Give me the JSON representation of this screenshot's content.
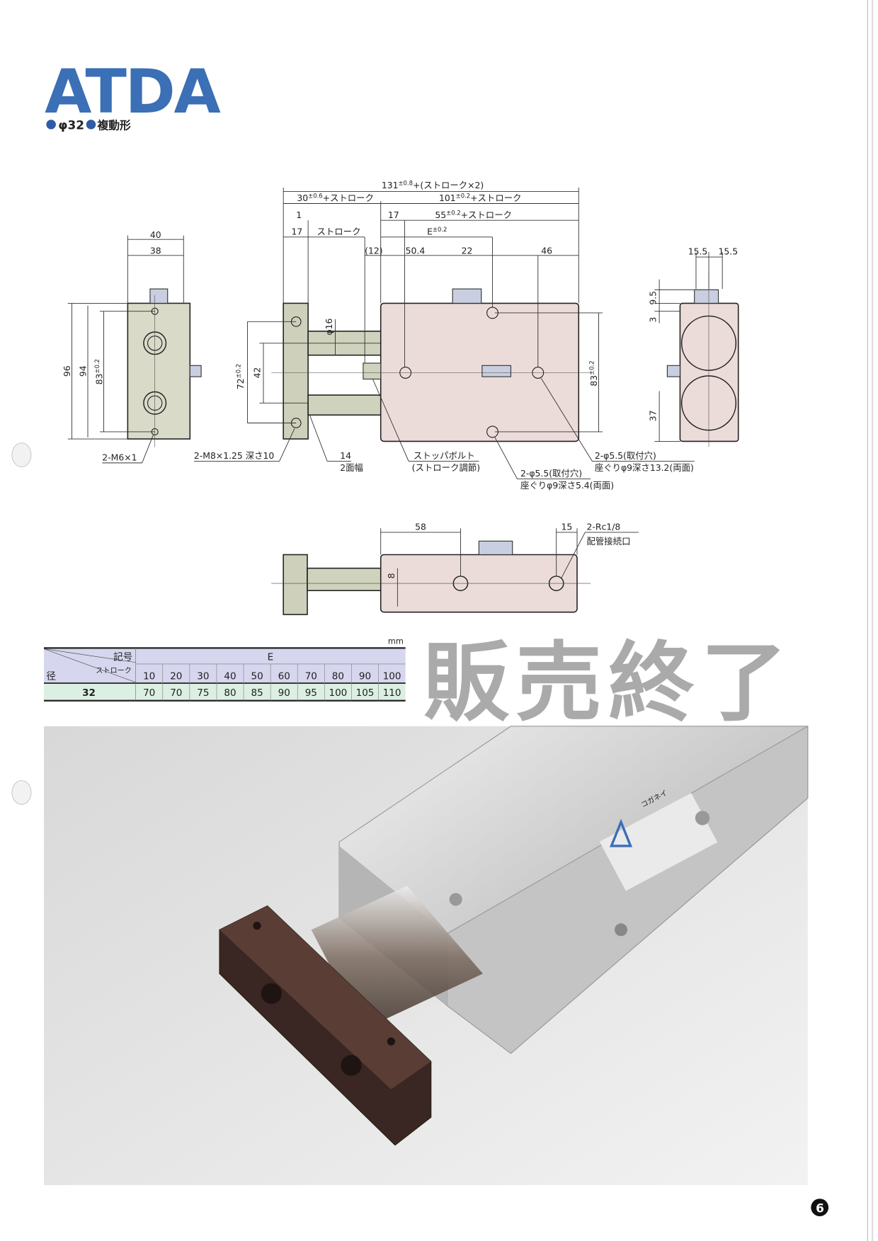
{
  "header": {
    "title": "ATDA",
    "bore": "φ32",
    "type": "複動形",
    "accent_color": "#3b6fb6"
  },
  "drawing": {
    "left_view": {
      "w40": "40",
      "w38": "38",
      "h96": "96",
      "h94": "94",
      "h83": "83",
      "h83_tol": "±0.2",
      "thread": "2-M6×1"
    },
    "front_view": {
      "total": {
        "base": "131",
        "tol": "±0.8",
        "suffix": "+(ストローク×2)"
      },
      "rod_side": {
        "base": "30",
        "tol": "±0.6",
        "suffix": "+ストローク"
      },
      "body_side": {
        "base": "101",
        "tol": "±0.2",
        "suffix": "+ストローク"
      },
      "d1": "1",
      "d17a": "17",
      "stroke": "ストローク",
      "d17b": "17",
      "d55": {
        "base": "55",
        "tol": "±0.2",
        "suffix": "+ストローク"
      },
      "e": {
        "base": "E",
        "tol": "±0.2"
      },
      "d12": "(12)",
      "d50_4": "50.4",
      "d22": "22",
      "d46": "46",
      "phi16": "φ16",
      "h72": "72",
      "h72_tol": "±0.2",
      "h42": "42",
      "h83": "83",
      "h83_tol": "±0.2",
      "callout_m8": "2-M8×1.25 深さ10",
      "callout_14": "14",
      "callout_14b": "2面幅",
      "callout_stopper": "ストッパボルト",
      "callout_stopper_b": "(ストローク調節)",
      "callout_hole_a1": "2-φ5.5(取付穴)",
      "callout_hole_a2": "座ぐりφ9深さ5.4(両面)",
      "callout_hole_b1": "2-φ5.5(取付穴)",
      "callout_hole_b2": "座ぐりφ9深さ13.2(両面)"
    },
    "right_view": {
      "w15a": "15.5",
      "w15b": "15.5",
      "h9_5": "9.5",
      "h3": "3",
      "h37": "37"
    },
    "bottom_view": {
      "d58": "58",
      "d15": "15",
      "d8": "8",
      "port": "2-Rc1/8",
      "port_b": "配管接続口"
    }
  },
  "watermark": "販売終了",
  "table": {
    "unit": "mm",
    "corner_symbol": "記号",
    "corner_stroke": "ストローク",
    "corner_bore": "径",
    "group_header": "E",
    "strokes": [
      "10",
      "20",
      "30",
      "40",
      "50",
      "60",
      "70",
      "80",
      "90",
      "100"
    ],
    "rows": [
      {
        "bore": "32",
        "values": [
          "70",
          "70",
          "75",
          "80",
          "85",
          "90",
          "95",
          "100",
          "105",
          "110"
        ]
      }
    ]
  },
  "photo": {
    "maker_label": "コガネイ"
  },
  "page_number": "6"
}
